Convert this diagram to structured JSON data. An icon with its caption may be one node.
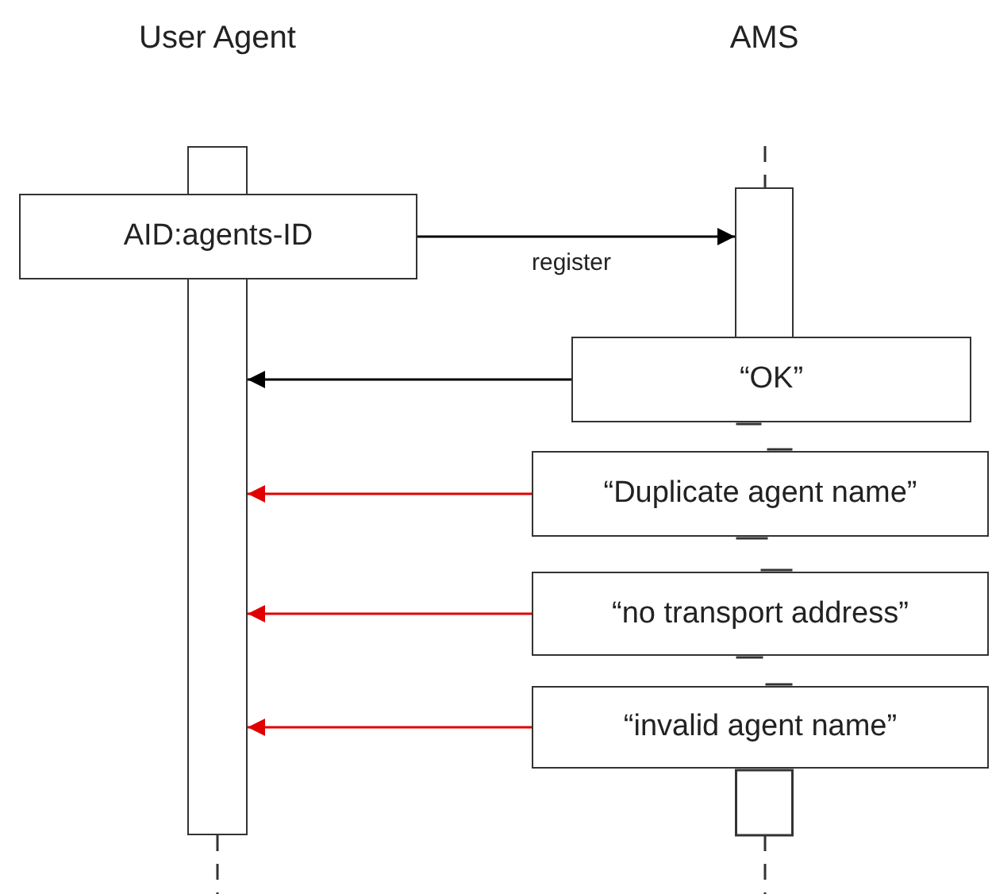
{
  "diagram": {
    "nodes": [
      {
        "text": [
          "User Agent"
        ]
      },
      {
        "text": [
          "AMS"
        ]
      },
      {
        "text": [
          "AID:agents-ID"
        ]
      },
      {
        "text": [
          "“OK”"
        ]
      },
      {
        "text": [
          "“Duplicate agent name”"
        ]
      },
      {
        "text": [
          "“no transport address”"
        ]
      },
      {
        "text": [
          "“invalid agent name”"
        ]
      }
    ],
    "edges": [
      {
        "from": 2,
        "to": 1,
        "arrow": "to",
        "label": "register",
        "color": "#000000"
      },
      {
        "from": 3,
        "to": 0,
        "arrow": "to",
        "color": "#000000"
      },
      {
        "from": 4,
        "to": 0,
        "arrow": "to",
        "color": "#e00000"
      },
      {
        "from": 5,
        "to": 0,
        "arrow": "to",
        "color": "#e00000"
      },
      {
        "from": 6,
        "to": 0,
        "arrow": "to",
        "color": "#e00000"
      }
    ]
  }
}
